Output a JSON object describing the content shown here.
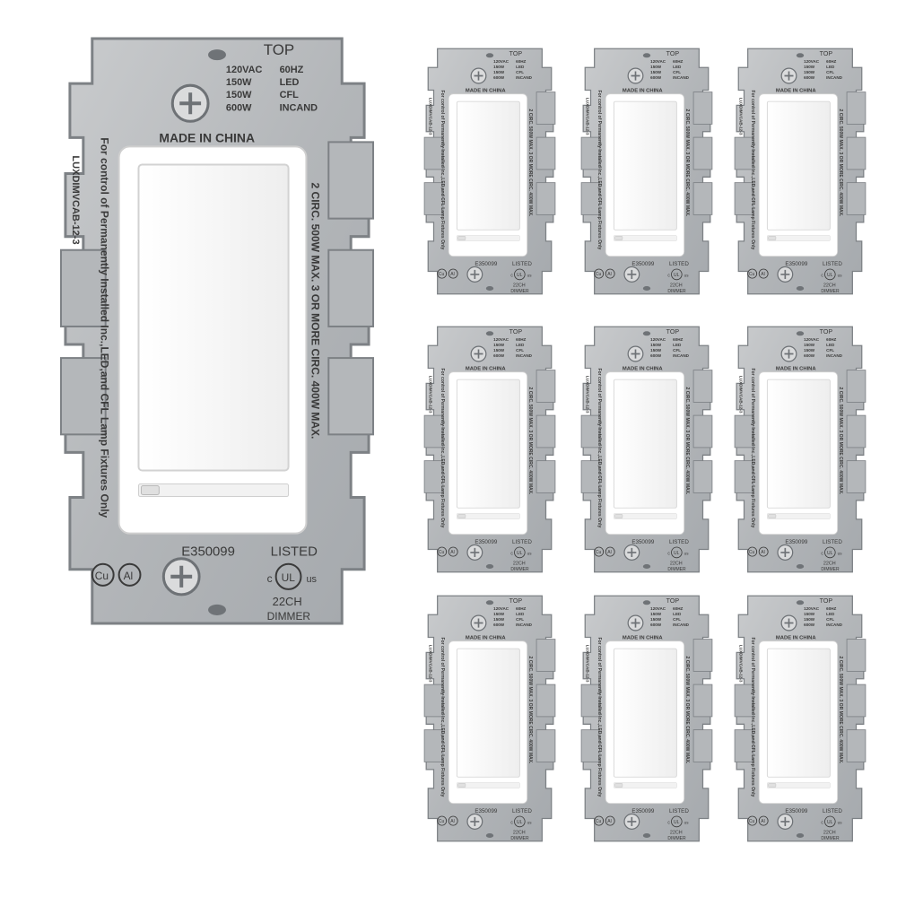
{
  "product": {
    "top_label": "TOP",
    "ratings": [
      {
        "value": "120VAC",
        "unit": "60HZ"
      },
      {
        "value": "150W",
        "unit": "LED"
      },
      {
        "value": "150W",
        "unit": "CFL"
      },
      {
        "value": "600W",
        "unit": "INCAND"
      }
    ],
    "made_in": "MADE IN CHINA",
    "side_left_text": "For control of Permanently Installed Inc.,LED,and CFL Lamp Fixtures Only",
    "model_code": "LUXDIMVCAB-12-3",
    "side_right_text": "2 CIRC. 500W MAX. 3 OR MORE CIRC. 400W MAX.",
    "file_number": "E350099",
    "listed": "LISTED",
    "ul_left": "c",
    "ul_right": "us",
    "code_22ch": "22CH",
    "dimmer_word": "DIMMER",
    "cu_label": "Cu",
    "al_label": "Al"
  },
  "layout": {
    "count": 10,
    "arrangement": "one large unit left, 3x3 grid of small units right"
  },
  "colors": {
    "strap_metal": "#b9bcbf",
    "strap_dark": "#8e9296",
    "rocker_white": "#f7f7f7",
    "screw_silver": "#d9dadb"
  }
}
